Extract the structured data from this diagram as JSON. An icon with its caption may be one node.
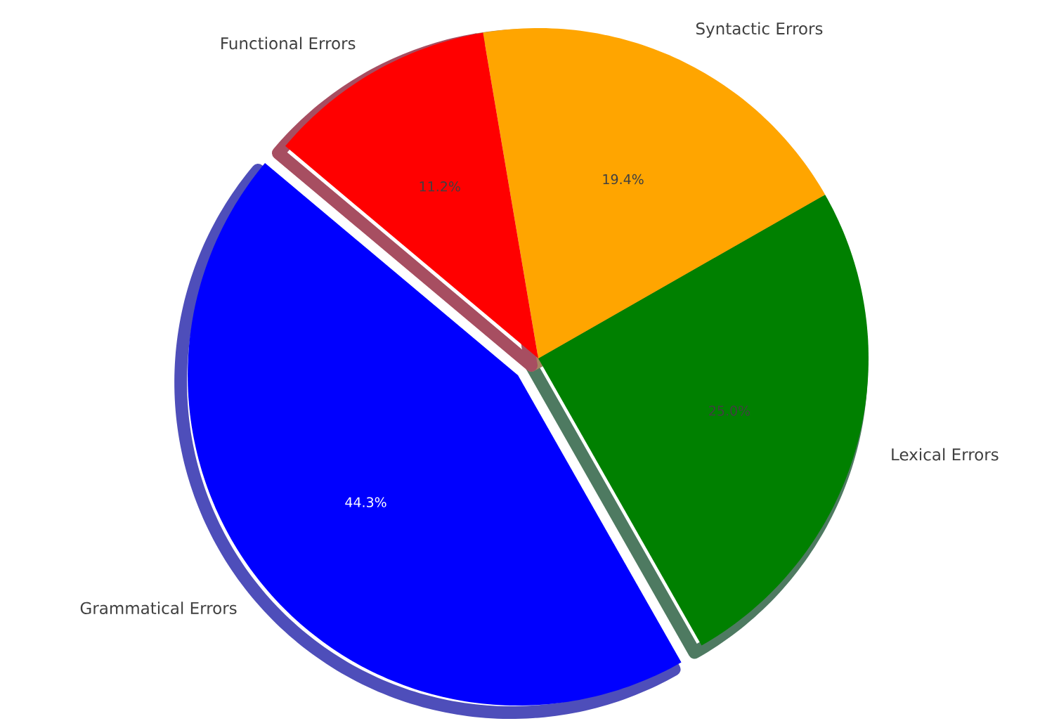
{
  "diagram": {
    "chart_data": {
      "type": "pie",
      "categories": [
        "Grammatical Errors",
        "Lexical Errors",
        "Syntactic Errors",
        "Functional Errors"
      ],
      "values": [
        44.3,
        25.0,
        19.4,
        11.2
      ],
      "colors": [
        "#0000ff",
        "#008000",
        "#ffa500",
        "#ff0000"
      ],
      "value_labels": [
        "44.3%",
        "25.0%",
        "19.4%",
        "11.2%"
      ]
    }
  }
}
